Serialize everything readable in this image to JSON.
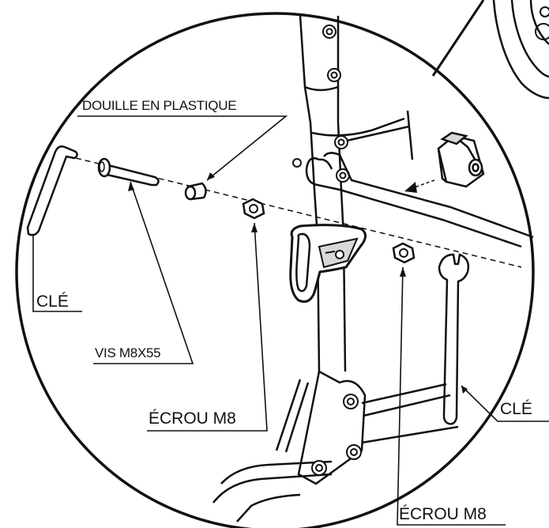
{
  "labels": {
    "plastic_sleeve": "DOUILLE EN PLASTIQUE",
    "key_left": "CLÉ",
    "screw": "VIS M8X55",
    "nut_left": "ÉCROU M8",
    "key_right": "CLÉ",
    "nut_right": "ÉCROU M8"
  },
  "colors": {
    "line": "#111111",
    "background": "#ffffff",
    "part_fill": "#ffffff",
    "shade": "#d8d8d8"
  }
}
